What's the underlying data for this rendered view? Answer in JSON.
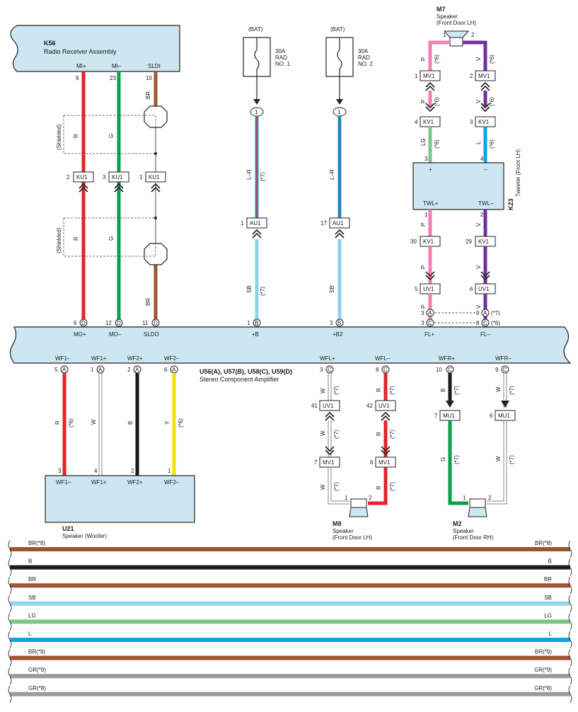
{
  "colors": {
    "box_fill": "#cde6f2",
    "R": "#e5232b",
    "G": "#0aa04a",
    "BR": "#a0532f",
    "SB": "#8fd2ee",
    "L": "#0aa5e3",
    "LG": "#7bc48d",
    "P": "#ef7fb6",
    "V": "#7030a0",
    "B": "#1a1a1a",
    "W": "#ffffff",
    "Y": "#f6e100",
    "GR": "#9b9b9b"
  },
  "components": {
    "k56": {
      "id": "K56",
      "name": "Radio Receiver Assembly",
      "pins": [
        {
          "label": "MI+",
          "num": "9"
        },
        {
          "label": "MI–",
          "num": "23"
        },
        {
          "label": "SLDI",
          "num": "10"
        }
      ]
    },
    "amp": {
      "id": "U56(A), U57(B), U58(C), U59(D)",
      "name": "Stereo Component Amplifier",
      "top_pins": [
        {
          "label": "MO+",
          "num": "6",
          "conn": "D"
        },
        {
          "label": "MO–",
          "num": "12",
          "conn": "D"
        },
        {
          "label": "SLDO",
          "num": "11",
          "conn": "D"
        },
        {
          "label": "+B",
          "num": "1",
          "conn": "B"
        },
        {
          "label": "+B2",
          "num": "3",
          "conn": "B"
        },
        {
          "label": "FL+",
          "num": "3",
          "conn": "C"
        },
        {
          "label": "FL–",
          "num": "8",
          "conn": "C"
        }
      ],
      "fl_alt": [
        {
          "num": "3",
          "conn": "A"
        },
        {
          "num": "9",
          "conn": "A"
        }
      ],
      "bottom_pins": [
        {
          "label": "WF1–",
          "num": "5",
          "conn": "A"
        },
        {
          "label": "WF1+",
          "num": "1",
          "conn": "A"
        },
        {
          "label": "WF2+",
          "num": "2",
          "conn": "A"
        },
        {
          "label": "WF2–",
          "num": "6",
          "conn": "A"
        },
        {
          "label": "WFL+",
          "num": "3",
          "conn": "C"
        },
        {
          "label": "WFL–",
          "num": "8",
          "conn": "C"
        },
        {
          "label": "WFR+",
          "num": "10",
          "conn": "C"
        },
        {
          "label": "WFR–",
          "num": "9",
          "conn": "C"
        }
      ]
    },
    "fuse1": {
      "source": "(BAT)",
      "rating": "30A",
      "line1": "RAD",
      "line2": "NO. 1"
    },
    "fuse2": {
      "source": "(BAT)",
      "rating": "30A",
      "line1": "RAD",
      "line2": "NO. 2"
    },
    "m7": {
      "id": "M7",
      "name": "Speaker",
      "sub": "(Front Door LH)",
      "pins": [
        "1",
        "2"
      ]
    },
    "k23": {
      "id": "K23",
      "name": "Tweeter (Front LH)",
      "pins": [
        {
          "label": "+",
          "num": "3"
        },
        {
          "label": "–",
          "num": "4"
        },
        {
          "label": "TWL+",
          "num": "1"
        },
        {
          "label": "TWL–",
          "num": "2"
        }
      ]
    },
    "u21": {
      "id": "U21",
      "name": "Speaker (Woofer)",
      "pins": [
        {
          "label": "WF1–",
          "num": "3"
        },
        {
          "label": "WF1+",
          "num": "4"
        },
        {
          "label": "WF2+",
          "num": "2"
        },
        {
          "label": "WF2–",
          "num": "1"
        }
      ]
    },
    "m8": {
      "id": "M8",
      "name": "Speaker",
      "sub": "(Front Door LH)",
      "pins": [
        "1",
        "2"
      ]
    },
    "m2": {
      "id": "M2",
      "name": "Speaker",
      "sub": "(Front Door RH)",
      "pins": [
        "1",
        "2"
      ]
    }
  },
  "connectors": {
    "ku1": [
      {
        "name": "KU1",
        "num": "2"
      },
      {
        "name": "KU1",
        "num": "3"
      },
      {
        "name": "KU1",
        "num": "1"
      }
    ],
    "au1": [
      {
        "name": "AU1",
        "num": "1"
      },
      {
        "name": "AU1",
        "num": "17"
      }
    ],
    "fuse_term": [
      "1",
      "1"
    ],
    "mv1_top": [
      {
        "name": "MV1",
        "num": "1"
      },
      {
        "name": "MV1",
        "num": "2"
      }
    ],
    "kv1_top": [
      {
        "name": "KV1",
        "num": "4"
      },
      {
        "name": "KV1",
        "num": "3"
      }
    ],
    "kv1_bot": [
      {
        "name": "KV1",
        "num": "30"
      },
      {
        "name": "KV1",
        "num": "29"
      }
    ],
    "uv1_fl": [
      {
        "name": "UV1",
        "num": "5"
      },
      {
        "name": "UV1",
        "num": "6"
      }
    ],
    "uv1_wf": [
      {
        "name": "UV1",
        "num": "41"
      },
      {
        "name": "UV1",
        "num": "42"
      }
    ],
    "mv1_wf": [
      {
        "name": "MV1",
        "num": "7"
      },
      {
        "name": "MV1",
        "num": "6"
      }
    ],
    "mu1": [
      {
        "name": "MU1",
        "num": "7"
      },
      {
        "name": "MU1",
        "num": "6"
      }
    ]
  },
  "wire_labels": {
    "shielded": "(Shielded)",
    "r": "R",
    "g": "G",
    "br": "BR",
    "lr": "L–R",
    "sb": "SB",
    "p": "P",
    "v": "V",
    "lg": "LG",
    "l": "L",
    "w": "W",
    "b": "B",
    "y": "Y",
    "n6": "(*6)",
    "n7": "(*7)"
  },
  "legend": [
    {
      "left": "BR(*8)",
      "right": "BR(*8)",
      "color": "#a0532f"
    },
    {
      "left": "B",
      "right": "B",
      "color": "#1a1a1a"
    },
    {
      "left": "BR",
      "right": "BR",
      "color": "#a0532f"
    },
    {
      "left": "SB",
      "right": "SB",
      "color": "#8fd2ee"
    },
    {
      "left": "LG",
      "right": "LG",
      "color": "#7bc48d"
    },
    {
      "left": "L",
      "right": "L",
      "color": "#0aa5e3"
    },
    {
      "left": "BR(*9)",
      "right": "BR(*9)",
      "color": "#a0532f"
    },
    {
      "left": "GR(*9)",
      "right": "GR(*9)",
      "color": "#9b9b9b"
    },
    {
      "left": "GR(*8)",
      "right": "GR(*8)",
      "color": "#9b9b9b"
    }
  ]
}
